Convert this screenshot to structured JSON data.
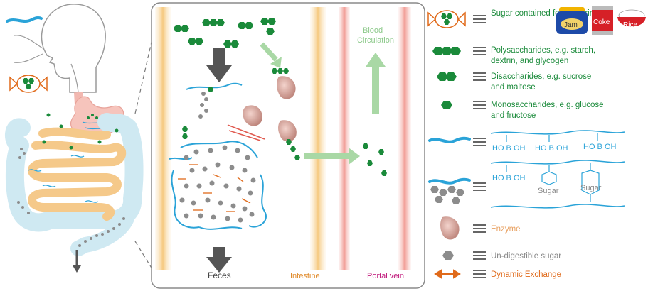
{
  "panel": {
    "feces": "Feces",
    "intestine": "Intestine",
    "portal_vein": "Portal vein",
    "blood_line1": "Blood",
    "blood_line2": "Circulation"
  },
  "legend": {
    "sugar_food": "Sugar contained food or drink",
    "jam": "Jam",
    "coke": "Coke",
    "rice": "Rice",
    "poly_line1": "Polysaccharides, e.g. starch,",
    "poly_line2": "dextrin, and glycogen",
    "di_line1": "Disaccharides, e.g. sucrose",
    "di_line2": "and maltose",
    "mono_line1": "Monosaccharides, e.g. glucose",
    "mono_line2": "and fructose",
    "boronic_label": "HO B OH",
    "sugar_word": "Sugar",
    "enzyme": "Enzyme",
    "undigestible": "Un-digestible sugar",
    "exchange": "Dynamic Exchange"
  },
  "colors": {
    "green": "#1a8a3a",
    "blue": "#2aa3d8",
    "enzyme": "#c98f86",
    "grey": "#8c8c8c",
    "orange": "#e06a1a",
    "magenta": "#c0177a",
    "intestine_band": "#f6cf8e",
    "vein_band": "#f3a9a3",
    "light_green": "#a9d8a5"
  }
}
